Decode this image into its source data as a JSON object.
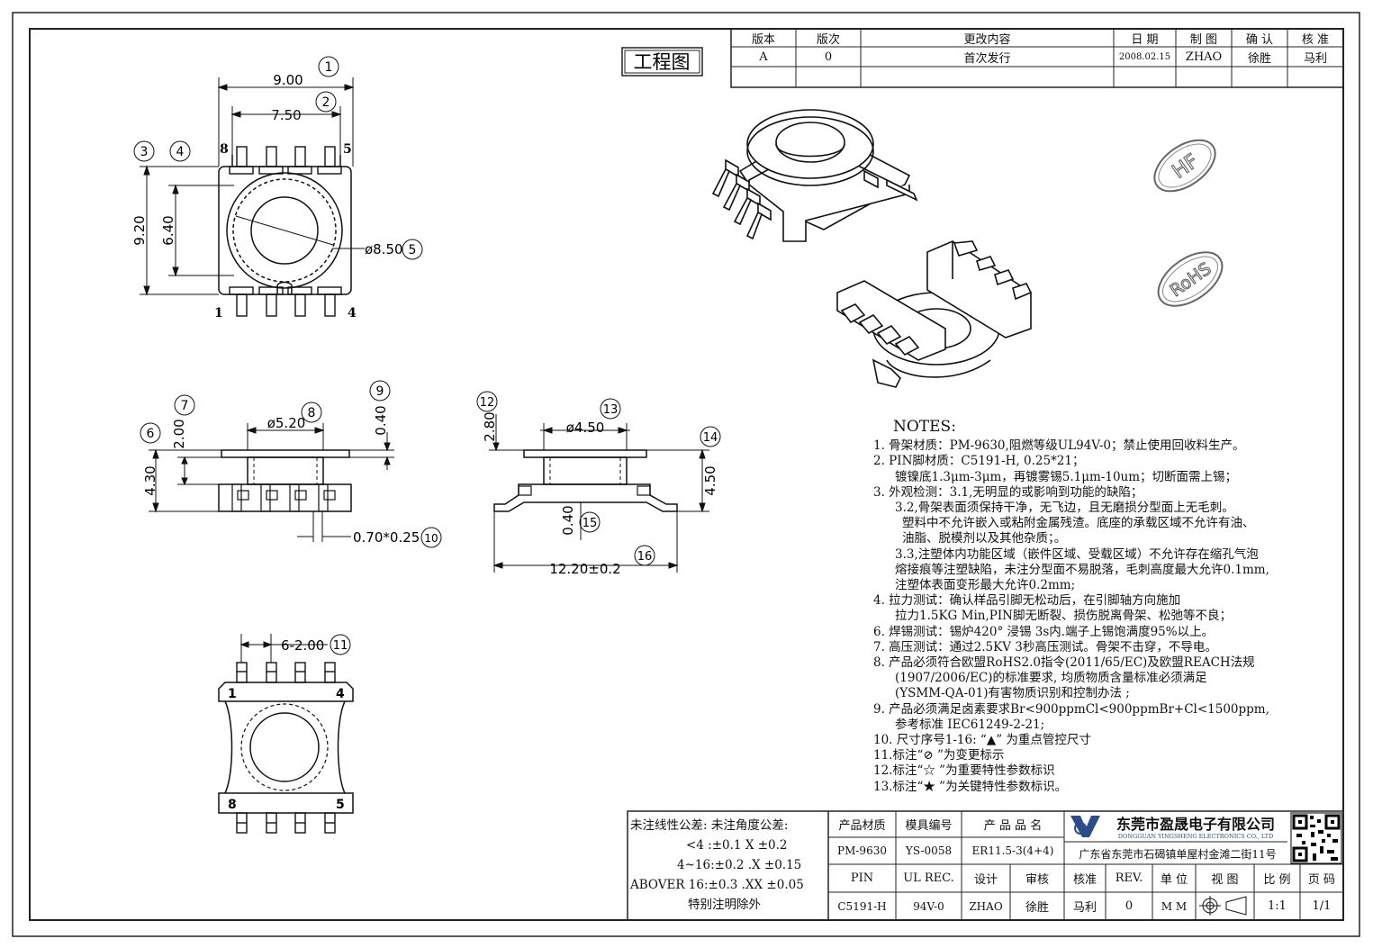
{
  "title_box": "工程图",
  "revision_table": {
    "headers": [
      "版本",
      "版次",
      "更改内容",
      "日 期",
      "制 图",
      "确 认",
      "核 准"
    ],
    "row": [
      "A",
      "0",
      "首次发行",
      "2008.02.15",
      "ZHAO",
      "徐胜",
      "马利"
    ]
  },
  "stamps": {
    "hf": "HF",
    "rohs": "RoHS"
  },
  "top_view": {
    "dims": {
      "d1": "9.00",
      "d2": "7.50",
      "d3": "9.20",
      "d4": "6.40",
      "d5": "ø8.50"
    },
    "circled": [
      "1",
      "2",
      "3",
      "4",
      "5"
    ],
    "pins": {
      "tl": "8",
      "tr": "5",
      "bl": "1",
      "br": "4"
    }
  },
  "side_view": {
    "dims": {
      "d6": "4.30",
      "d7": "2.00",
      "d8": "ø5.20",
      "d9": "0.40",
      "d10": "0.70*0.25"
    },
    "circled": [
      "6",
      "7",
      "8",
      "9",
      "10"
    ]
  },
  "front_view": {
    "dims": {
      "d12": "2.80",
      "d13": "ø4.50",
      "d14": "4.50",
      "d15": "0.40",
      "d16": "12.20±0.2"
    },
    "circled": [
      "12",
      "13",
      "14",
      "15",
      "16"
    ]
  },
  "bottom_view": {
    "dims": {
      "d11": "6-2.00"
    },
    "circled": [
      "11"
    ],
    "pins": {
      "tl": "1",
      "tr": "4",
      "bl": "8",
      "br": "5"
    }
  },
  "notes": {
    "title": "NOTES:",
    "lines": [
      "1. 骨架材质：PM-9630,阻燃等级UL94V-0；禁止使用回收料生产。",
      "2. PIN脚材质：C5191-H, 0.25*21；",
      "镀镍底1.3μm-3μm，再镀雾锡5.1μm-10um；切断面需上锡；",
      "3. 外观检测：3.1,无明显的或影响到功能的缺陷；",
      "3.2,骨架表面须保持干净，无飞边，且无磨损分型面上无毛刺。",
      "塑料中不允许嵌入或粘附金属残渣。底座的承载区域不允许有油、",
      "油脂、脱模剂以及其他杂质；。",
      "3.3,注塑体内功能区域（嵌件区域、受载区域）不允许存在缩孔气泡",
      "熔接痕等注塑缺陷，未注分型面不易脱落，毛刺高度最大允许0.1mm,",
      "注塑体表面变形最大允许0.2mm;",
      "4. 拉力测试：确认样品引脚无松动后，在引脚轴方向施加",
      "拉力1.5KG Min,PIN脚无断裂、损伤脱离骨架、松弛等不良；",
      "6. 焊锡测试：锡炉420° 浸锡 3s内.端子上锡饱满度95%以上。",
      "7. 高压测试：通过2.5KV 3秒高压测试。骨架不击穿，不导电。",
      "8. 产品必须符合欧盟RoHS2.0指令(2011/65/EC)及欧盟REACH法规",
      "(1907/2006/EC)的标准要求, 均质物质含量标准必须满足",
      "(YSMM-QA-01)有害物质识别和控制办法 ;",
      "9. 产品必须满足卤素要求Br<900ppmCl<900ppmBr+Cl<1500ppm,",
      "参考标准 IEC61249-2-21;",
      "10. 尺寸序号1-16: “▲” 为重点管控尺寸",
      "11.标注“⊘ ”为变更标示",
      "12.标注“☆ ”为重要特性参数标识",
      "13.标注“★ ”为关键特性参数标识。"
    ]
  },
  "tolerance": {
    "line1": "未注线性公差:  未注角度公差:",
    "line2": "<4 :±0.1  X ±0.2",
    "line3": "4~16:±0.2  .X ±0.15",
    "line4": "ABOVER 16:±0.3  .XX ±0.05",
    "line5": "特别注明除外"
  },
  "title_block": {
    "h1": "产品材质",
    "h2": "模具编号",
    "h3": "产 品 品 名",
    "v1": "PM-9630",
    "v2": "YS-0058",
    "v3": "ER11.5-3(4+4)",
    "r3": [
      "PIN",
      "UL REC.",
      "设计",
      "审核",
      "核准",
      "REV.",
      "单 位",
      "视 图",
      "比 例",
      "页 码"
    ],
    "r4": [
      "C5191-H",
      "94V-0",
      "ZHAO",
      "徐胜",
      "马利",
      "0",
      "M M",
      "",
      "1:1",
      "1/1"
    ],
    "company_cn": "东莞市盈晟电子有限公司",
    "company_en": "DONGGUAN YINGSHENG ELECTRONICS CO., LTD",
    "address": "广东省东莞市石碣镇单屋村金滩二街11号"
  }
}
